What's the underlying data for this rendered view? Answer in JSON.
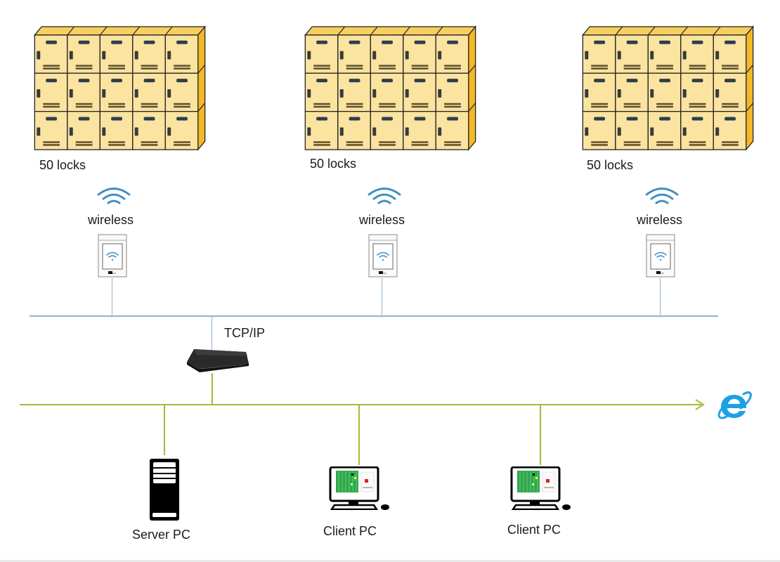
{
  "diagram": {
    "type": "network-topology",
    "locker_groups": [
      {
        "id": "bank-1",
        "label": "50 locks",
        "link_label": "wireless",
        "rows": 3,
        "columns": 5
      },
      {
        "id": "bank-2",
        "label": "50 locks",
        "link_label": "wireless",
        "rows": 3,
        "columns": 5
      },
      {
        "id": "bank-3",
        "label": "50 locks",
        "link_label": "wireless",
        "rows": 3,
        "columns": 5
      }
    ],
    "router": {
      "label": "TCP/IP"
    },
    "computers": [
      {
        "id": "server",
        "label": "Server PC",
        "icon": "server-tower-icon"
      },
      {
        "id": "client-1",
        "label": "Client PC",
        "icon": "desktop-monitor-icon"
      },
      {
        "id": "client-2",
        "label": "Client PC",
        "icon": "desktop-monitor-icon"
      }
    ],
    "internet": {
      "icon": "internet-explorer-icon"
    },
    "colors": {
      "locker_face": "#fbe3a0",
      "locker_side": "#f3b824",
      "locker_top": "#f7cf5e",
      "wireless_bus": "#8fb3d1",
      "lan_bus": "#a8b83a",
      "wifi_icon": "#3f8fc4",
      "ie_blue": "#1ea0e6"
    }
  }
}
